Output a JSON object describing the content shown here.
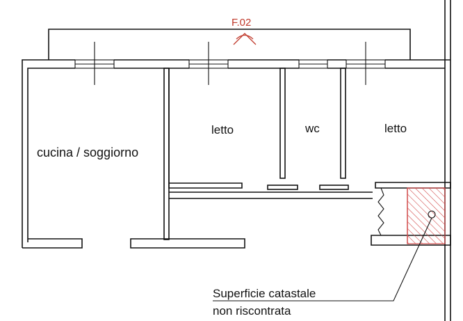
{
  "plan": {
    "view_marker": "F.02",
    "rooms": {
      "kitchen_living": "cucina / soggiorno",
      "bedroom_1": "letto",
      "wc": "wc",
      "bedroom_2": "letto"
    },
    "note": {
      "line1": "Superficie catastale",
      "line2": "non riscontrata"
    }
  },
  "colors": {
    "lines": "#111111",
    "marker": "#c0392b",
    "hatch": "#d24b4b"
  }
}
